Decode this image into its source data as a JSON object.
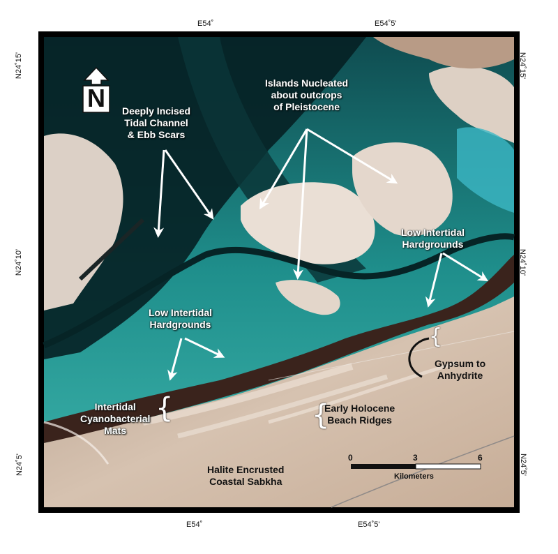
{
  "coordinates": {
    "top_left_lon": "E54˚",
    "top_right_lon": "E54˚5'",
    "bottom_left_lon": "E54˚",
    "bottom_right_lon": "E54˚5'",
    "left_top_lat": "N24˚15'",
    "left_mid_lat": "N24˚10'",
    "left_bottom_lat": "N24˚5'",
    "right_top_lat": "N24˚15'",
    "right_mid_lat": "N24˚10'",
    "right_bottom_lat": "N24˚5'"
  },
  "north_arrow": {
    "letter": "N"
  },
  "labels": {
    "tidal_channel": [
      "Deeply Incised",
      "Tidal Channel",
      "& Ebb Scars"
    ],
    "islands": [
      "Islands Nucleated",
      "about outcrops",
      "of Pleistocene"
    ],
    "low_intertidal_right": [
      "Low Intertidal",
      "Hardgrounds"
    ],
    "low_intertidal_left": [
      "Low Intertidal",
      "Hardgrounds"
    ],
    "cyanobacterial": [
      "Intertidal",
      "Cyanobacterial",
      "Mats"
    ],
    "beach_ridges": [
      "Early Holocene",
      "Beach Ridges"
    ],
    "gypsum": [
      "Gypsum to",
      "Anhydrite"
    ],
    "sabkha": [
      "Halite Encrusted",
      "Coastal Sabkha"
    ]
  },
  "scale_bar": {
    "ticks": [
      "0",
      "3",
      "6"
    ],
    "unit": "Kilometers"
  },
  "colors": {
    "deep_channel": "#07282b",
    "shallow_water": "#2fa7a0",
    "island": "#e9dcd0",
    "sabkha": "#c9b3a1",
    "mat_band": "#3a231c"
  }
}
